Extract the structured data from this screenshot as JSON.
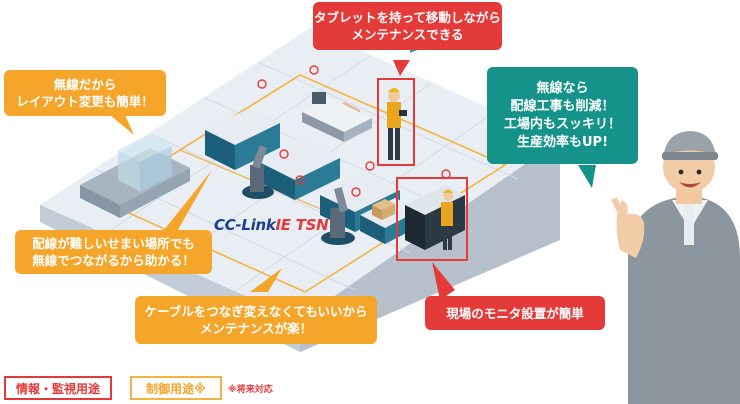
{
  "callouts": {
    "tablet": "タブレットを持って移動しながら\nメンテナンスできる",
    "layout": "無線だから\nレイアウト変更も簡単！",
    "wiring_hard": "配線が難しいせまい場所でも\n無線でつながるから助かる！",
    "cable": "ケーブルをつなぎ変えなくてもいいから\nメンテナンスが楽！",
    "monitor": "現場のモニタ設置が簡単",
    "worker": "無線なら\n配線工事も削減！\n工場内もスッキリ！\n生産効率もUP!"
  },
  "logo": {
    "part1": "CC-Link",
    "part2": "IE TSN"
  },
  "legend": {
    "info": "情報・監視用途",
    "control": "制御用途※",
    "note": "※将来対応"
  },
  "colors": {
    "info": "#e53a3a",
    "control": "#f5a52a",
    "worker_bubble": "#15938a"
  }
}
